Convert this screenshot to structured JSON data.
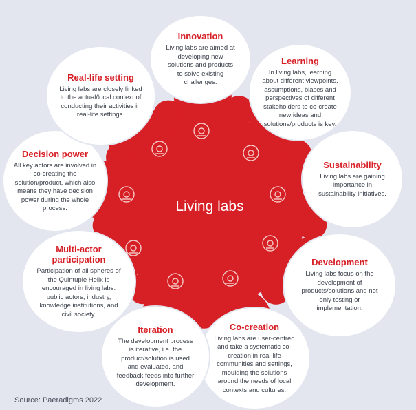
{
  "center": "Living labs",
  "source": "Source: Paeradigms 2022",
  "colors": {
    "accent": "#d71f26",
    "background": "#e3e6ef",
    "icon": "#f4c9c6"
  },
  "items": [
    {
      "title": "Innovation",
      "body": "Living labs are aimed at developing new solutions and products to solve existing challenges.",
      "icon": "dial-icon"
    },
    {
      "title": "Learning",
      "body": "In living labs, learning about different viewpoints, assumptions, biases and perspectives of different stakeholders to co-create new ideas and solutions/products is key.",
      "icon": "head-gears-icon"
    },
    {
      "title": "Sustainability",
      "body": "Living labs are gaining importance in sustainability initiatives.",
      "icon": "hand-leaf-icon"
    },
    {
      "title": "Development",
      "body": "Living labs focus on the development of products/solutions and not only testing or implementation.",
      "icon": "gear-icon"
    },
    {
      "title": "Co-creation",
      "body": "Living labs are user-centred and take a systematic co-creation in real-life communities and settings, moulding the solutions around the needs of local contexts and cultures.",
      "icon": "people-group-icon"
    },
    {
      "title": "Iteration",
      "body": "The development process is iterative, i.e. the product/solution is used and evaluated, and feedback feeds into further development.",
      "icon": "cycle-gears-icon"
    },
    {
      "title": "Multi-actor participation",
      "body": "Participation of all spheres of the Quintuple Helix is encouraged in living labs: public actors, industry, knowledge institutions, and civil society.",
      "icon": "crowd-icon"
    },
    {
      "title": "Decision power",
      "body": "All key actors are involved in co-creating the solution/product, which also means they have decision power during the whole process.",
      "icon": "handshake-icon"
    },
    {
      "title": "Real-life setting",
      "body": "Living labs are closely linked to the actual/local context of conducting their activities in real-life settings.",
      "icon": "map-pin-icon"
    }
  ]
}
